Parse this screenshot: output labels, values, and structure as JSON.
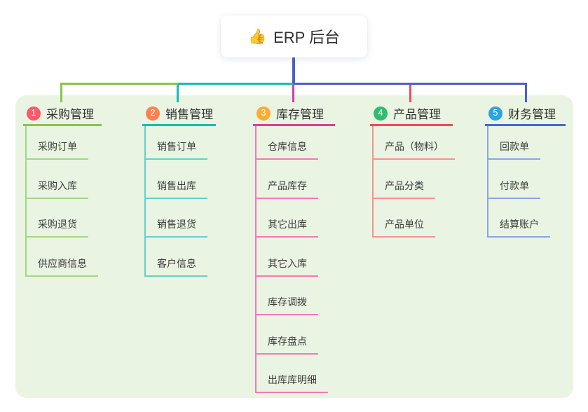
{
  "root": {
    "icon": "👍",
    "label": "ERP 后台"
  },
  "canvas": {
    "background": "#E9F5E2",
    "root_connector_color": "#4E5EC8"
  },
  "branches": [
    {
      "number": "1",
      "label": "采购管理",
      "badge_color": "#F85A6A",
      "line_color": "#8BC34A",
      "child_line_color": "#A6D584",
      "children": [
        "采购订单",
        "采购入库",
        "采购退货",
        "供应商信息"
      ]
    },
    {
      "number": "2",
      "label": "销售管理",
      "badge_color": "#F8834F",
      "line_color": "#16BCB4",
      "child_line_color": "#66CFC7",
      "children": [
        "销售订单",
        "销售出库",
        "销售退货",
        "客户信息"
      ]
    },
    {
      "number": "3",
      "label": "库存管理",
      "badge_color": "#FBAC33",
      "line_color": "#D93C9E",
      "child_line_color": "#F27AB5",
      "children": [
        "仓库信息",
        "产品库存",
        "其它出库",
        "其它入库",
        "库存调拨",
        "库存盘点",
        "出库库明细"
      ]
    },
    {
      "number": "4",
      "label": "产品管理",
      "badge_color": "#2FBE71",
      "line_color": "#F0495F",
      "child_line_color": "#F59193",
      "children": [
        "产品（物料）",
        "产品分类",
        "产品单位"
      ]
    },
    {
      "number": "5",
      "label": "财务管理",
      "badge_color": "#2EA4DF",
      "line_color": "#4169D6",
      "child_line_color": "#8AA4E4",
      "children": [
        "回款单",
        "付款单",
        "结算账户"
      ]
    }
  ]
}
